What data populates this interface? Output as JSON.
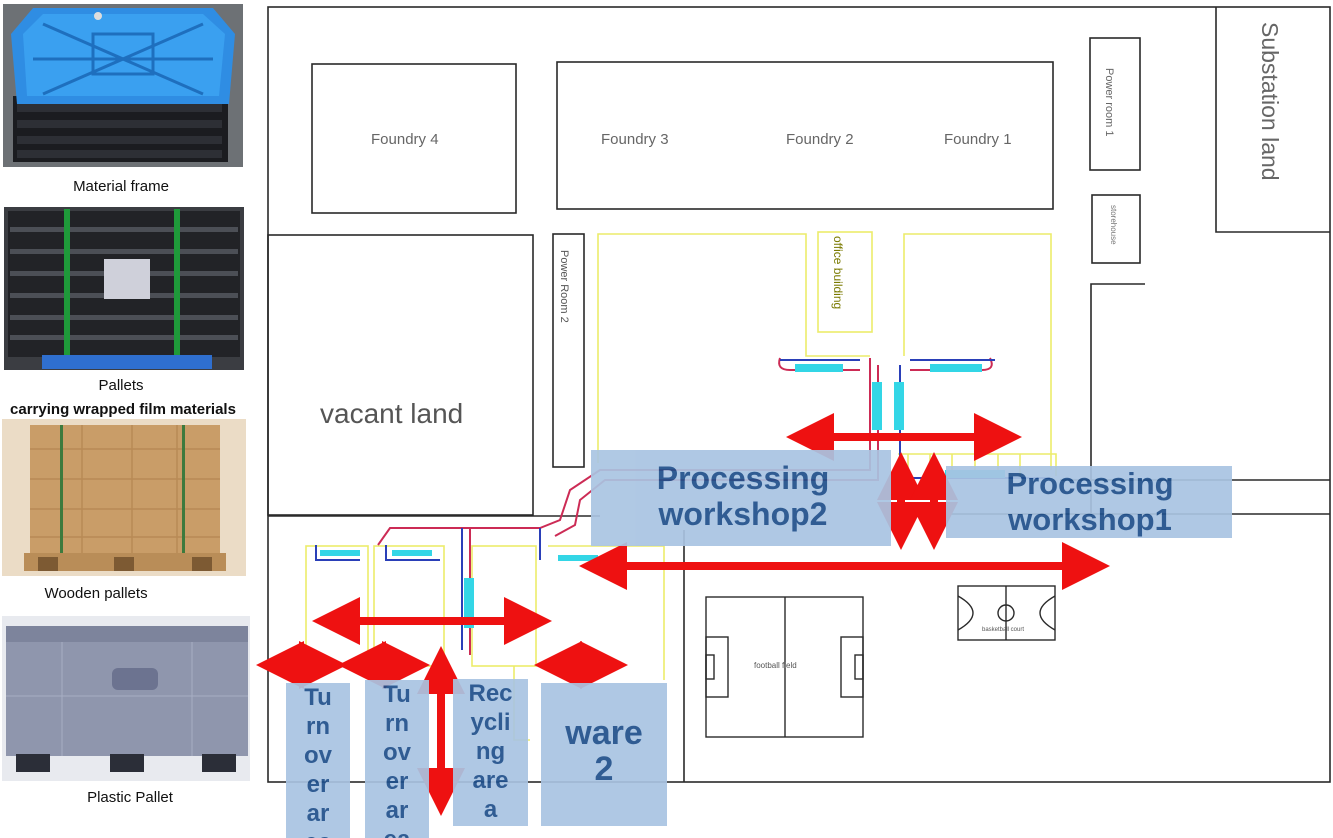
{
  "photos": {
    "material_frame": "Material frame",
    "pallets_line1": "Pallets",
    "pallets_line2": "carrying wrapped film materials",
    "wooden_pallets": "Wooden pallets",
    "plastic_pallet": "Plastic Pallet"
  },
  "buildings": {
    "foundry4": "Foundry 4",
    "foundry3": "Foundry 3",
    "foundry2": "Foundry 2",
    "foundry1": "Foundry 1",
    "power_room1": "Power room 1",
    "substation": "Substation land",
    "storehouse": "storehouse",
    "power_room2": "Power Room 2",
    "office": "office building",
    "vacant": "vacant land",
    "football": "football field",
    "basketball": "basketball court"
  },
  "areas": {
    "processing2": "Processing workshop2",
    "processing1": "Processing workshop1",
    "turnover_a": "Tu rn ov er ar ea",
    "turnover_b": "Tu rn ov er ar ea",
    "recycling": "Rec ycli ng are a",
    "ware2": "ware 2"
  },
  "colors": {
    "arrow": "#ee1111",
    "area_box": "#a9c4e2",
    "area_text": "#1f4f8a",
    "workshop_outline": "#f0f06a",
    "conveyor_cyan": "#33d6e6"
  }
}
